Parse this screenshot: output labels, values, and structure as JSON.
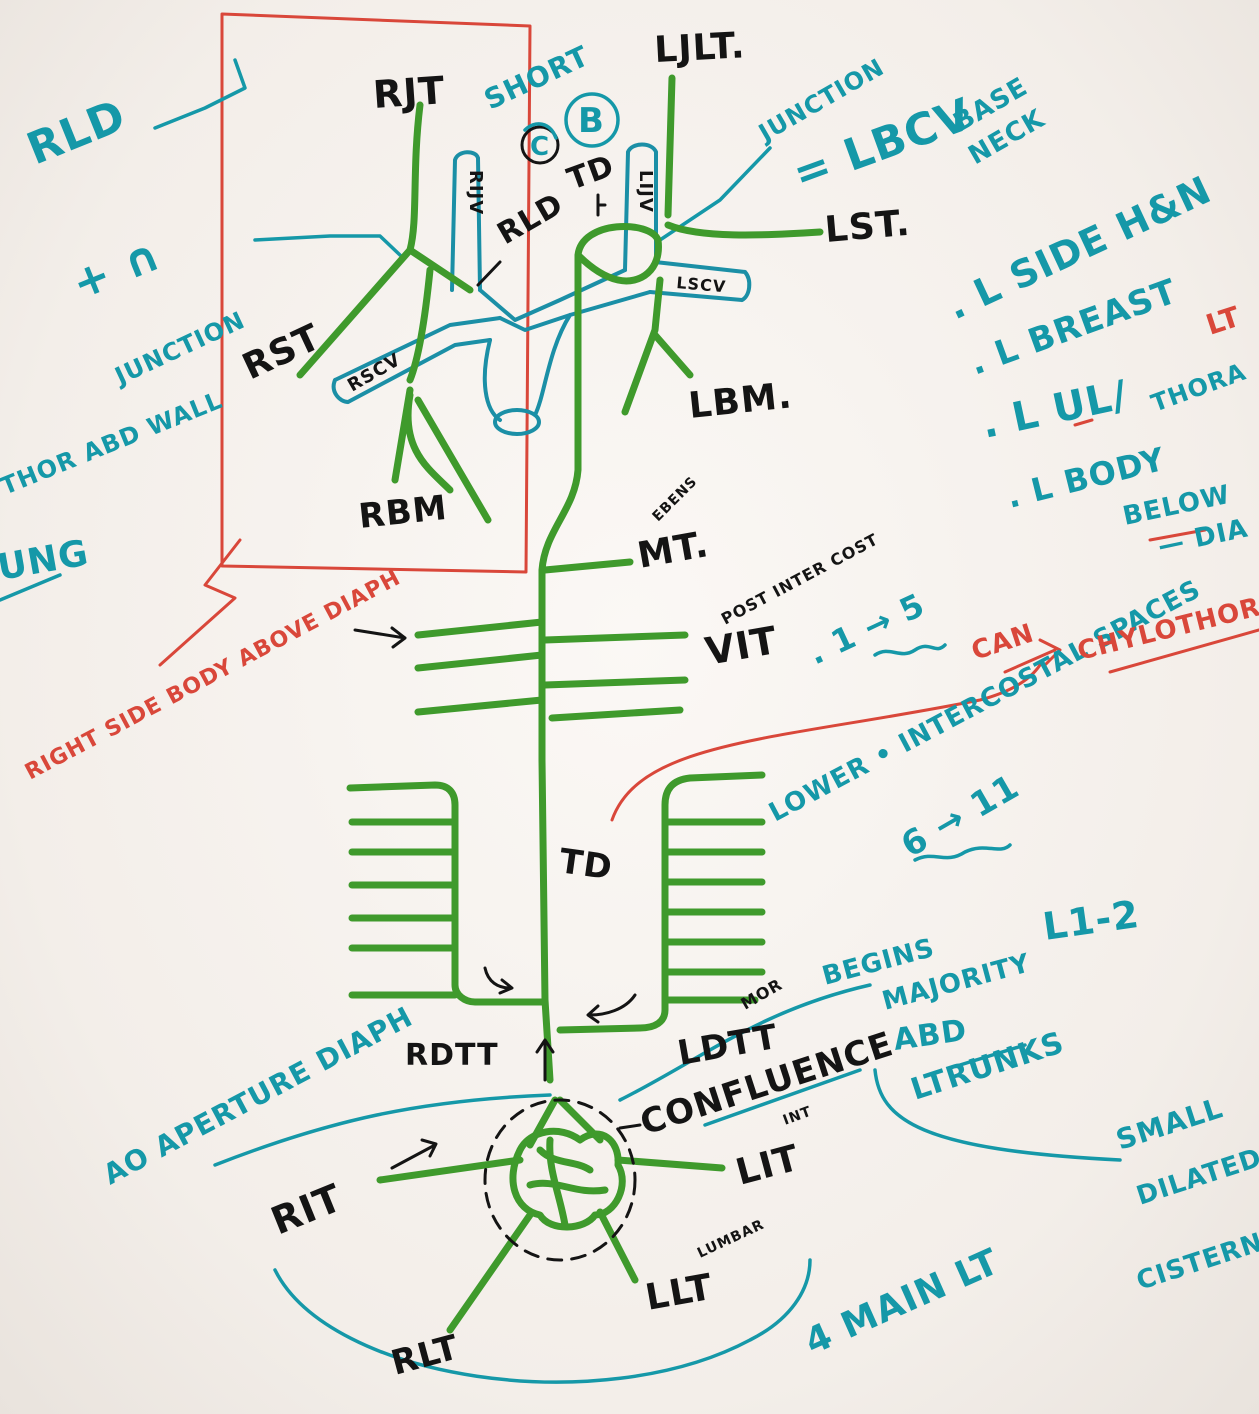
{
  "labels": {
    "rld_left": "RLD",
    "rjt": "RJT",
    "short": "SHORT",
    "c_circle": "C",
    "b_circle": "B",
    "ljlt": "LJLT.",
    "junction_top": "JUNCTION",
    "lbcv": "= LBCV",
    "base": "BASE",
    "neck": "NECK",
    "rijv": "RIJV",
    "rld_center": "RLD",
    "td_top": "TD",
    "lijv": "LIJV",
    "lst": "LST.",
    "plus_n": "+ ∩",
    "junction_left": "JUNCTION",
    "rst": "RST",
    "rscv": "RSCV",
    "lscv": "LSCV",
    "lside": ". L SIDE H&N",
    "lbreast": ". L BREAST",
    "lt_red": "LT",
    "lbm": "LBM.",
    "lul": ". L UL/",
    "thora": "THORA",
    "thor_abd_wall": "THOR ABD WALL",
    "rbm": "RBM",
    "lbody": ". L BODY",
    "below": "BELOW",
    "dia": "— DIA",
    "ung": "UNG",
    "ebens": "EBENS",
    "mt": "MT.",
    "post_inter_cost": "POST INTER COST",
    "vit": "VIT",
    "one_five": ". 1 → 5",
    "can": "CAN",
    "chylothorax": "CHYLOTHOR",
    "right_side": "RIGHT SIDE BODY ABOVE DIAPH",
    "lower_intercostal": "LOWER • INTERCOSTAL SPACES",
    "six_eleven": "6 → 11",
    "td_mid": "TD",
    "l12": "L1-2",
    "begins": "BEGINS",
    "majority": "MAJORITY",
    "abd": "ABD",
    "ltrunks": "LTRUNKS",
    "rdtt": "RDTT",
    "mor": "MOR",
    "ldtt": "LDTT",
    "confluence": "CONFLUENCE",
    "ao_aperture": "AO APERTURE DIAPH",
    "small": "SMALL",
    "dilated_sac": "DILATED SAC",
    "cisterna": "CISTERNA",
    "rit": "RIT",
    "int": "INT",
    "lit": "LIT",
    "lumbar": "LUMBAR",
    "llt": "LLT",
    "four_main_lt": "4 MAIN LT",
    "rlt": "RLT"
  },
  "colors": {
    "duct_green": "#3f9a2c",
    "vein_teal": "#1b8fa6",
    "note_teal": "#1598a8",
    "note_red": "#d9473a",
    "ink_black": "#141414"
  }
}
